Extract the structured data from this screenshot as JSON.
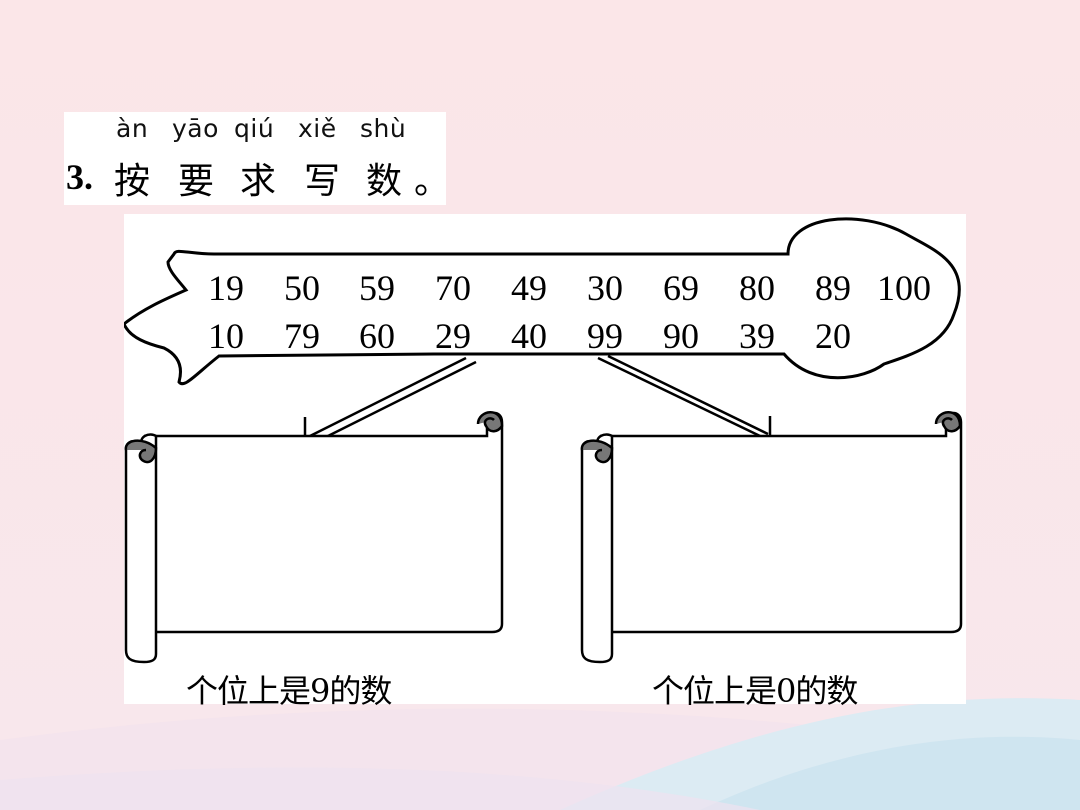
{
  "exercise": {
    "pinyin": [
      "àn",
      "yāo",
      "qiú",
      "xiě",
      "shù"
    ],
    "number": "3.",
    "title_chars": [
      "按",
      "要",
      "求",
      "写",
      "数",
      "。"
    ]
  },
  "cloud_numbers": {
    "row1": [
      "19",
      "50",
      "59",
      "70",
      "49",
      "30",
      "69",
      "80",
      "89",
      "100"
    ],
    "row2": [
      "10",
      "79",
      "60",
      "29",
      "40",
      "99",
      "90",
      "39",
      "20"
    ]
  },
  "scrolls": {
    "left_caption": "个位上是9的数",
    "right_caption": "个位上是0的数"
  }
}
